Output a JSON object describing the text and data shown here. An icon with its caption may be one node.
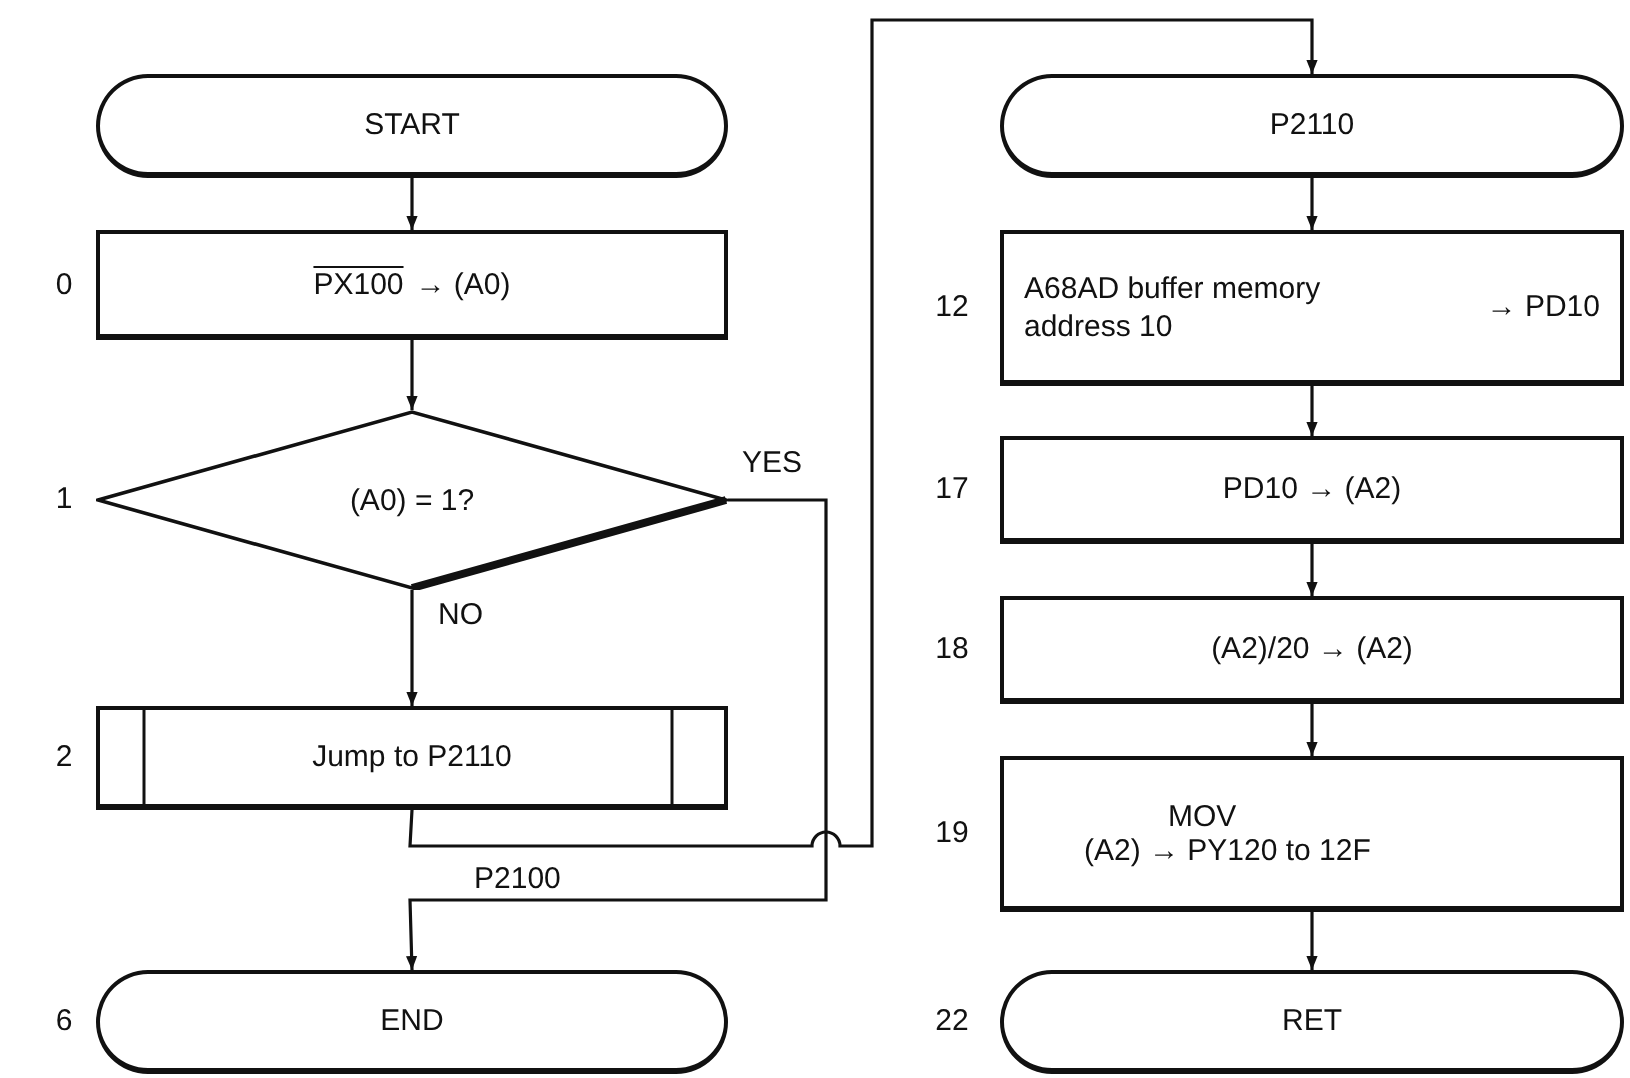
{
  "diagram": {
    "nodes": [
      {
        "text": [
          "START"
        ]
      },
      {
        "text": [
          "PX100",
          "→ (A0)"
        ],
        "beside": [
          "0"
        ]
      },
      {
        "text": [
          "(A0) = 1?"
        ],
        "beside": [
          "1"
        ]
      },
      {
        "text": [
          "Jump to P2110"
        ],
        "beside": [
          "2"
        ]
      },
      {
        "text": [
          "END"
        ],
        "beside": [
          "6"
        ]
      },
      {
        "text": [
          "P2110"
        ]
      },
      {
        "text": [
          "A68AD buffer memory address 10",
          "→ PD10"
        ],
        "beside": [
          "12"
        ]
      },
      {
        "text": [
          "PD10 → (A2)"
        ],
        "beside": [
          "17"
        ]
      },
      {
        "text": [
          "(A2)/20 → (A2)"
        ],
        "beside": [
          "18"
        ]
      },
      {
        "text": [
          "MOV",
          "(A2) → PY120 to 12F"
        ],
        "beside": [
          "19"
        ]
      },
      {
        "text": [
          "RET"
        ],
        "beside": [
          "22"
        ]
      }
    ],
    "edges": [
      {
        "from": 0,
        "to": 1,
        "arrow": "to"
      },
      {
        "from": 1,
        "to": 2,
        "arrow": "to"
      },
      {
        "from": 2,
        "to": 3,
        "arrow": "to",
        "label": "NO"
      },
      {
        "from": 2,
        "to": 4,
        "arrow": "to",
        "label": "YES"
      },
      {
        "from": 3,
        "to": 5,
        "arrow": "to"
      },
      {
        "from": 5,
        "to": 6,
        "arrow": "to"
      },
      {
        "from": 6,
        "to": 7,
        "arrow": "to"
      },
      {
        "from": 7,
        "to": 8,
        "arrow": "to"
      },
      {
        "from": 8,
        "to": 9,
        "arrow": "to"
      },
      {
        "from": 9,
        "to": 10,
        "arrow": "to"
      }
    ],
    "labels": [
      "P2100"
    ]
  }
}
